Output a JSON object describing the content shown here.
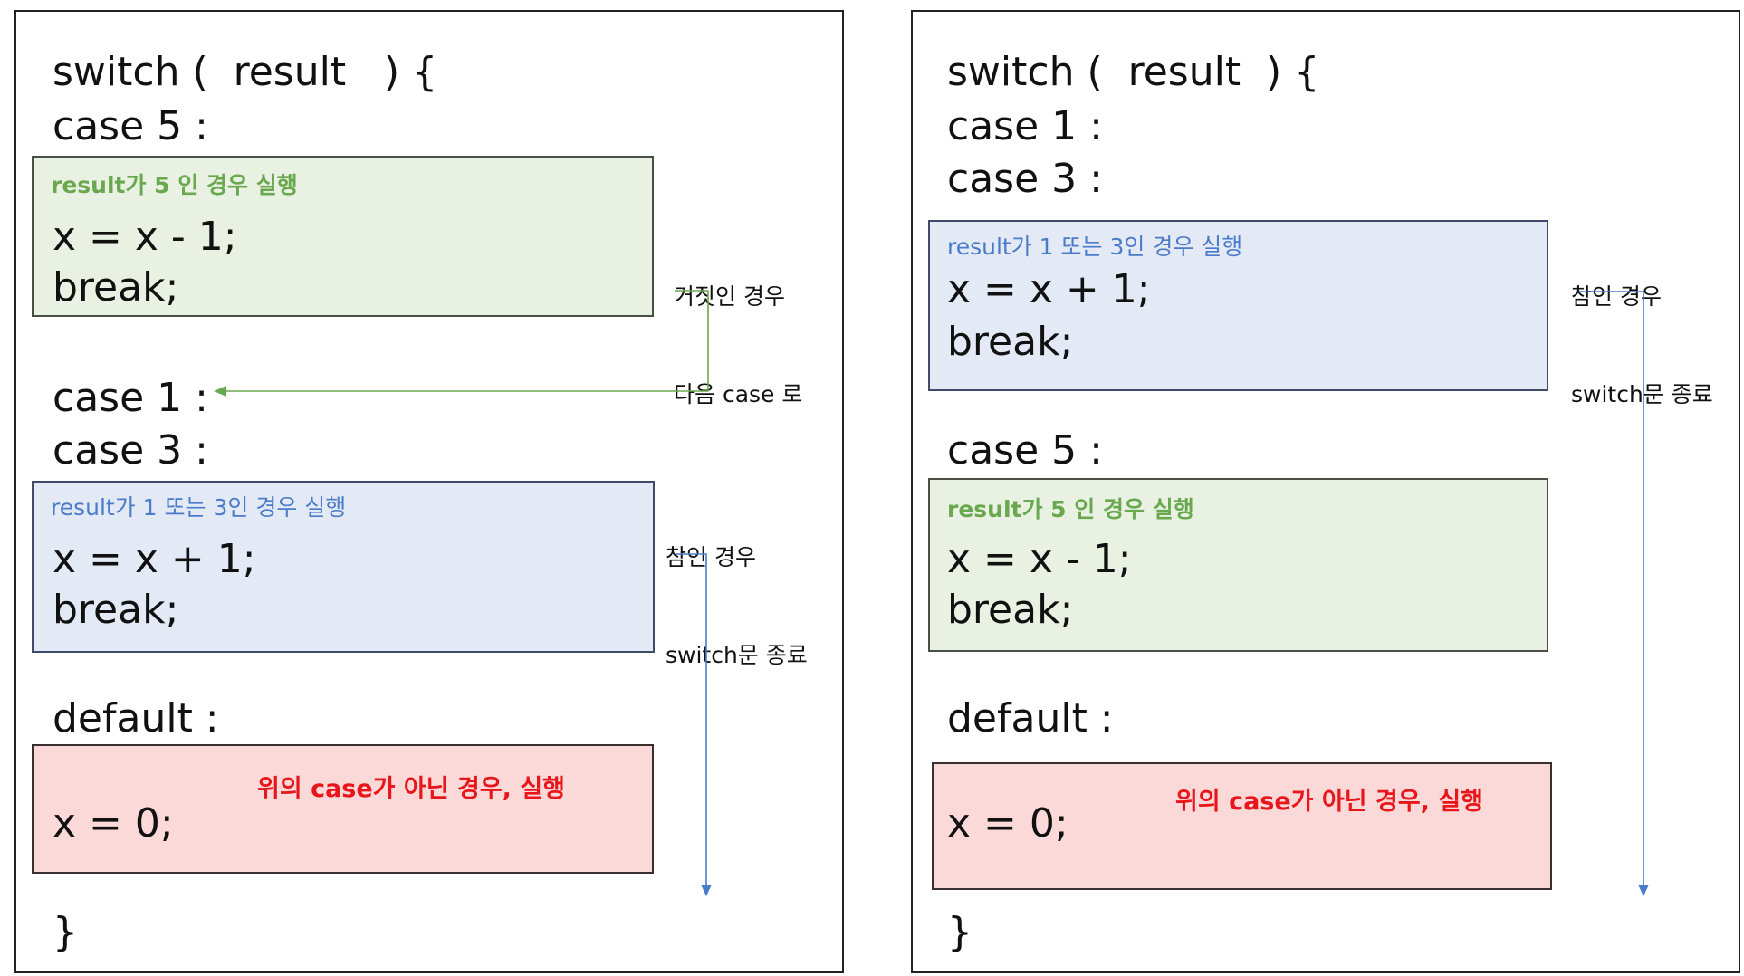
{
  "left": {
    "switch_line": "switch (  result   ) {",
    "case5_label": "case 5 :",
    "green_box": {
      "caption": "result가 5 인 경우 실행",
      "line1": "x = x - 1;",
      "line2": "break;"
    },
    "note_false": {
      "line1": "거짓인 경우",
      "line2": "다음 case 로"
    },
    "case1_label": "case 1 :",
    "case3_label": "case 3 :",
    "blue_box": {
      "caption": "result가 1 또는 3인 경우 실행",
      "line1": "x = x + 1;",
      "line2": "break;"
    },
    "note_true": {
      "line1": "참인 경우",
      "line2": "switch문 종료"
    },
    "default_label": "default :",
    "red_box": {
      "caption": "위의 case가 아닌 경우, 실행",
      "line1": "x = 0;"
    },
    "close_brace": "}"
  },
  "right": {
    "switch_line": "switch (  result  ) {",
    "case1_label": "case 1 :",
    "case3_label": "case 3 :",
    "blue_box": {
      "caption": "result가 1 또는 3인 경우 실행",
      "line1": "x = x + 1;",
      "line2": "break;"
    },
    "note_true": {
      "line1": "참인 경우",
      "line2": "switch문 종료"
    },
    "case5_label": "case 5 :",
    "green_box": {
      "caption": "result가 5 인 경우 실행",
      "line1": "x = x - 1;",
      "line2": "break;"
    },
    "default_label": "default :",
    "red_box": {
      "caption": "위의 case가 아닌 경우, 실행",
      "line1": "x = 0;"
    },
    "close_brace": "}"
  },
  "colors": {
    "green_fill": "#e9f1e3",
    "blue_fill": "#e3e9f5",
    "red_fill": "#fcd9d9",
    "green_text": "#6aa84f",
    "blue_text": "#4a7cc9",
    "red_text": "#e8161b",
    "green_arrow": "#6aa84f",
    "blue_arrow": "#4a7cc9"
  }
}
